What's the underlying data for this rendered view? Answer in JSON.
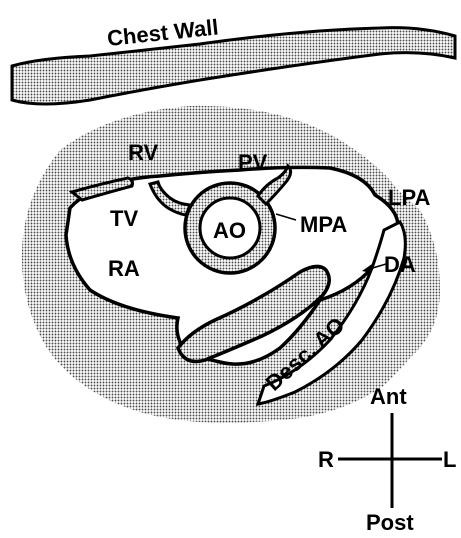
{
  "diagram": {
    "labels": {
      "chest_wall": "Chest Wall",
      "rv": "RV",
      "pv": "PV",
      "lpa": "LPA",
      "tv": "TV",
      "ao": "AO",
      "mpa": "MPA",
      "ra": "RA",
      "da": "DA",
      "desc_ao": "Desc. AO"
    },
    "orientation": {
      "anterior": "Ant",
      "posterior": "Post",
      "right": "R",
      "left": "L"
    }
  },
  "colors": {
    "ink": "#000000",
    "stipple": "#8c8c8c",
    "background": "#ffffff"
  }
}
